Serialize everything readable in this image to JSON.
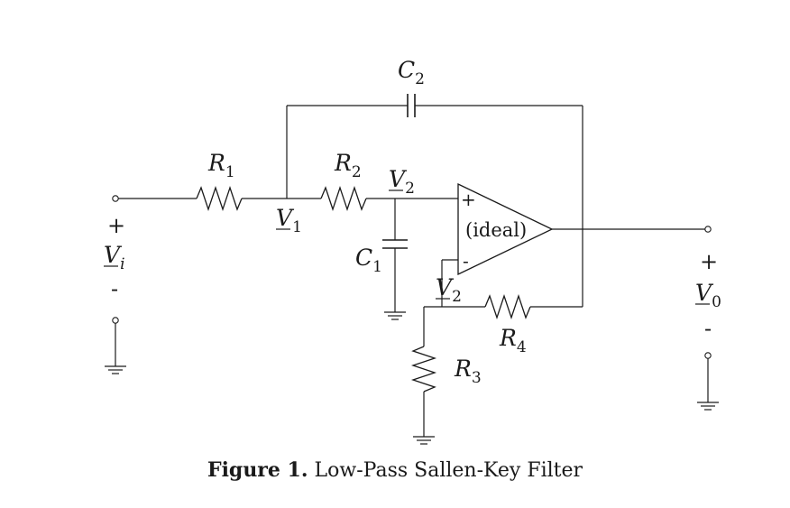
{
  "caption": {
    "label": "Figure 1.",
    "text": " Low-Pass Sallen-Key Filter"
  },
  "components": {
    "r1": {
      "letter": "R",
      "sub": "1"
    },
    "r2": {
      "letter": "R",
      "sub": "2"
    },
    "r3": {
      "letter": "R",
      "sub": "3"
    },
    "r4": {
      "letter": "R",
      "sub": "4"
    },
    "c1": {
      "letter": "C",
      "sub": "1"
    },
    "c2": {
      "letter": "C",
      "sub": "2"
    },
    "opamp": {
      "plus": "+",
      "minus": "-",
      "text": "(ideal)"
    }
  },
  "nodes": {
    "v1": {
      "letter": "V",
      "sub": "1"
    },
    "v2_top": {
      "letter": "V",
      "sub": "2"
    },
    "v2_bottom": {
      "letter": "V",
      "sub": "2"
    },
    "vi": {
      "letter": "V",
      "sub": "i",
      "plus": "+",
      "minus": "-"
    },
    "vo": {
      "letter": "V",
      "sub": "0",
      "plus": "+",
      "minus": "-"
    }
  }
}
